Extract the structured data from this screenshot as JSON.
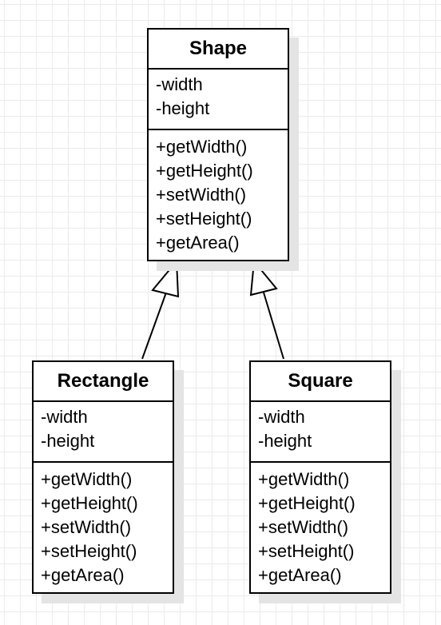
{
  "diagram": {
    "classes": [
      {
        "name": "Shape",
        "attributes": [
          "-width",
          "-height"
        ],
        "methods": [
          "+getWidth()",
          "+getHeight()",
          "+setWidth()",
          "+setHeight()",
          "+getArea()"
        ]
      },
      {
        "name": "Rectangle",
        "attributes": [
          "-width",
          "-height"
        ],
        "methods": [
          "+getWidth()",
          "+getHeight()",
          "+setWidth()",
          "+setHeight()",
          "+getArea()"
        ]
      },
      {
        "name": "Square",
        "attributes": [
          "-width",
          "-height"
        ],
        "methods": [
          "+getWidth()",
          "+getHeight()",
          "+setWidth()",
          "+setHeight()",
          "+getArea()"
        ]
      }
    ],
    "relationships": [
      {
        "type": "generalization",
        "from": "Rectangle",
        "to": "Shape"
      },
      {
        "type": "generalization",
        "from": "Square",
        "to": "Shape"
      }
    ]
  }
}
